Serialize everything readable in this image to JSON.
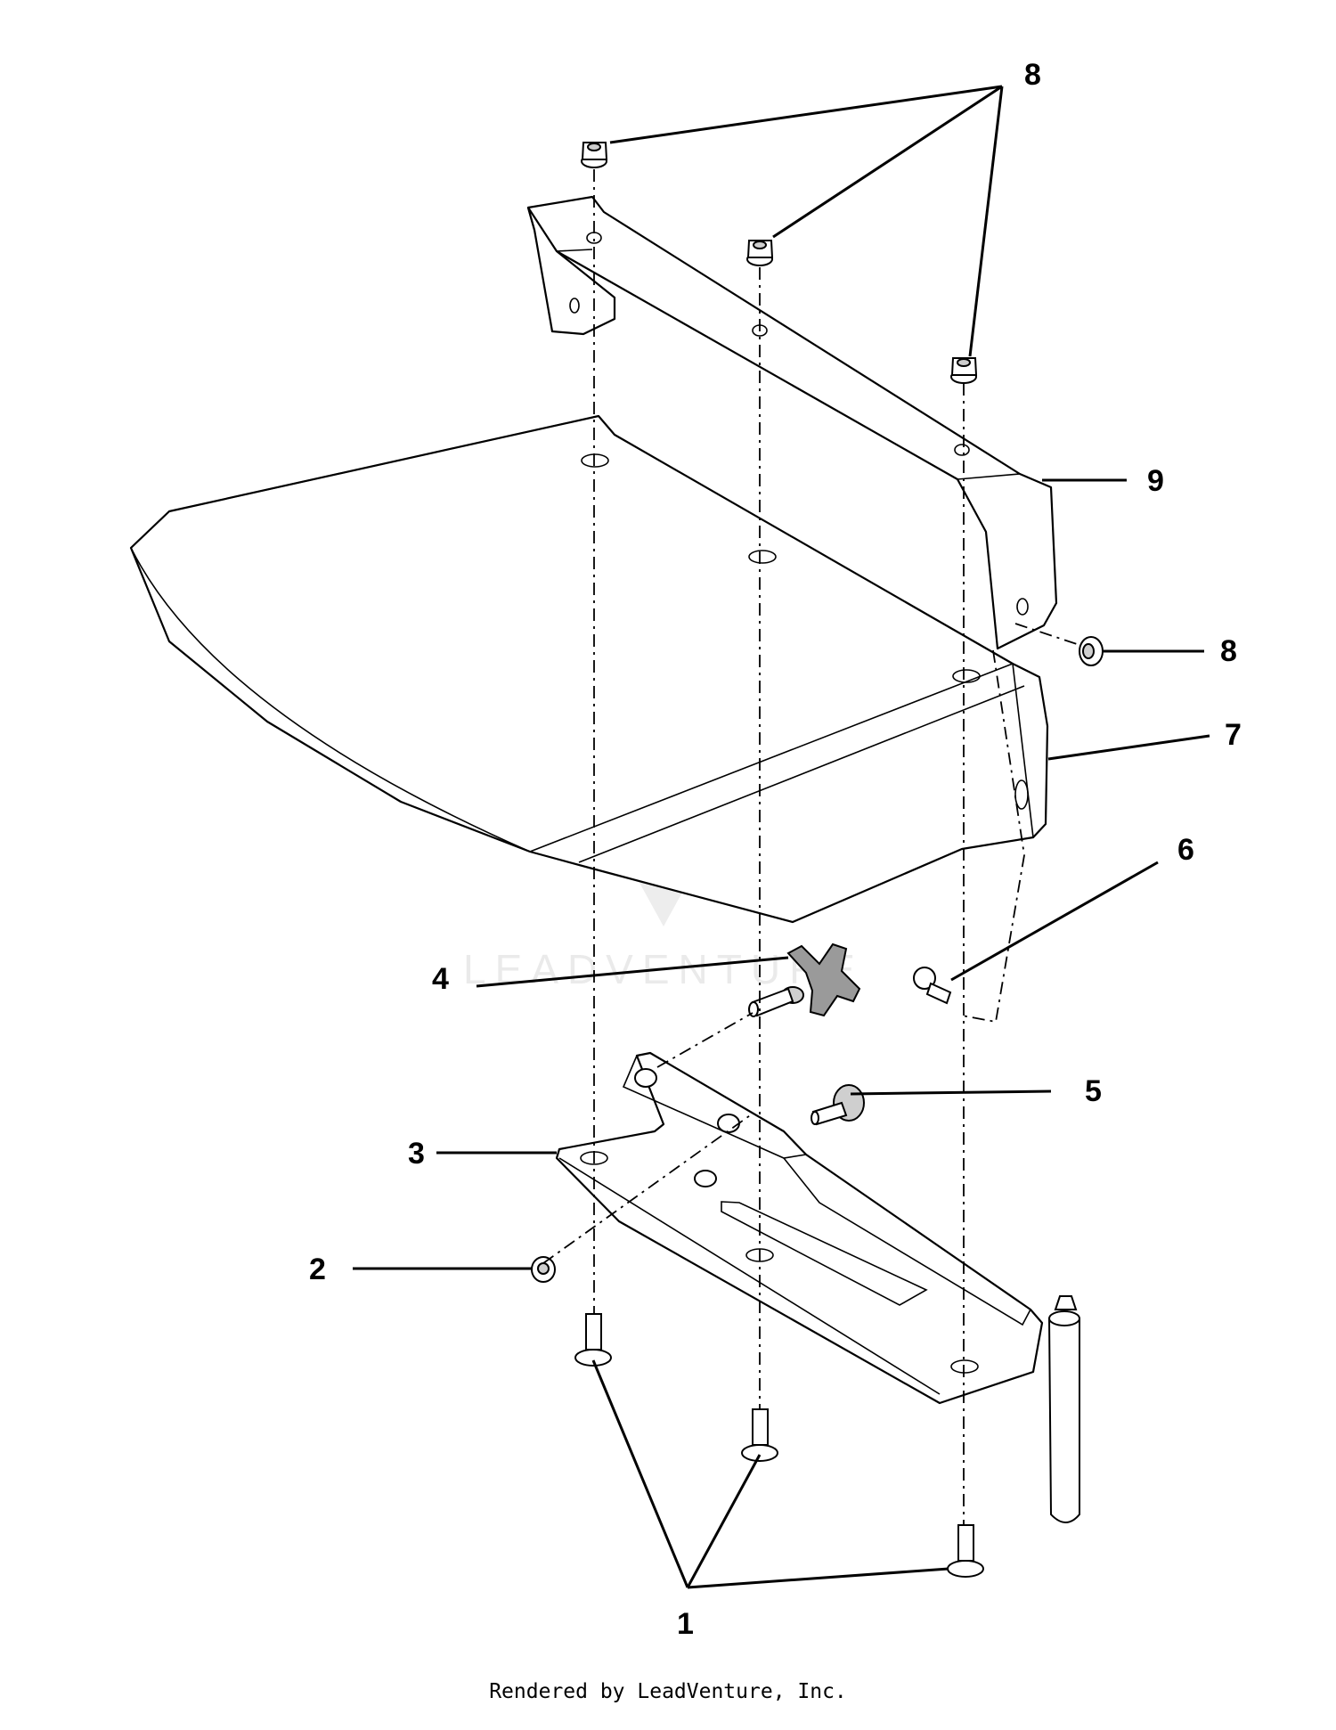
{
  "diagram": {
    "callouts": [
      {
        "id": "c8a",
        "label": "8"
      },
      {
        "id": "c9",
        "label": "9"
      },
      {
        "id": "c8b",
        "label": "8"
      },
      {
        "id": "c7",
        "label": "7"
      },
      {
        "id": "c6",
        "label": "6"
      },
      {
        "id": "c4",
        "label": "4"
      },
      {
        "id": "c5",
        "label": "5"
      },
      {
        "id": "c3",
        "label": "3"
      },
      {
        "id": "c2",
        "label": "2"
      },
      {
        "id": "c1",
        "label": "1"
      }
    ],
    "watermark": "LEADVENTURE",
    "footer": "Rendered by LeadVenture, Inc."
  }
}
